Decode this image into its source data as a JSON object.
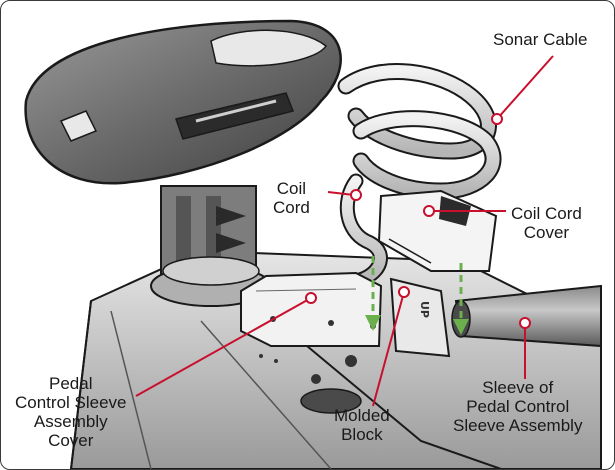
{
  "labels": {
    "sonar_cable": [
      "Sonar Cable"
    ],
    "coil_cord": [
      "Coil",
      "Cord"
    ],
    "coil_cord_cover": [
      "Coil Cord",
      "Cover"
    ],
    "pedal_cover": [
      "Pedal",
      "Control Sleeve",
      "Assembly",
      "Cover"
    ],
    "molded_block": [
      "Molded",
      "Block"
    ],
    "sleeve": [
      "Sleeve of",
      "Pedal Control",
      "Sleeve Assembly"
    ]
  },
  "molded_text": "UP",
  "colors": {
    "callout": "#c8102e",
    "arrow": "#6ab04c",
    "outline": "#1a1a1a",
    "shade_dark": "#6e6e6e",
    "shade_mid": "#a9a9a9",
    "shade_light": "#d9d9d9"
  }
}
